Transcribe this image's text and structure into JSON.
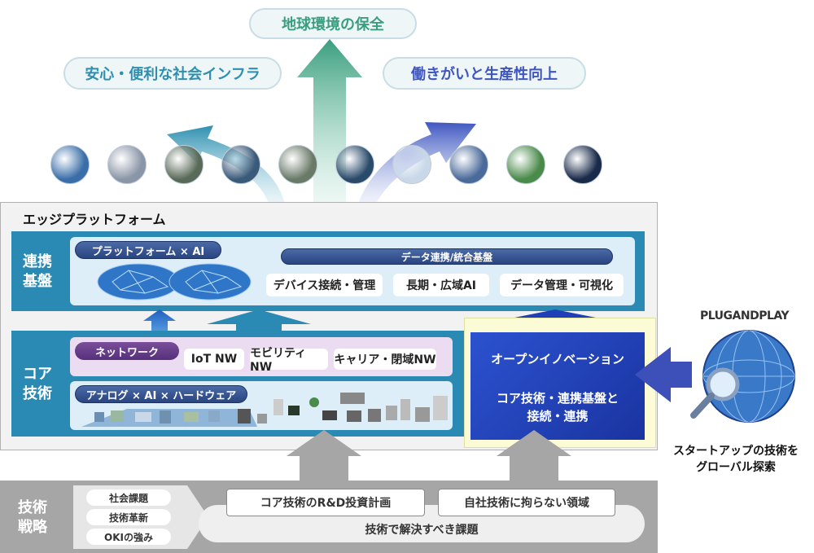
{
  "goals": {
    "top": "地球環境の保全",
    "left": "安心・便利な社会インフラ",
    "right": "働きがいと生産性向上"
  },
  "photos": [
    {
      "icon": "power-plant-photo",
      "color": "#3a6ea8"
    },
    {
      "icon": "building-photo",
      "color": "#8a96a8"
    },
    {
      "icon": "highway-photo",
      "color": "#5a6a58"
    },
    {
      "icon": "ship-photo",
      "color": "#3a5a7a"
    },
    {
      "icon": "factory-photo",
      "color": "#6a7a68"
    },
    {
      "icon": "control-room-photo",
      "color": "#2a4a6a"
    },
    {
      "icon": "scientists-photo",
      "color": "#c8d8e8"
    },
    {
      "icon": "robot-arm-photo",
      "color": "#4a6a9a"
    },
    {
      "icon": "bridge-photo",
      "color": "#4a8a4a"
    },
    {
      "icon": "satellite-photo",
      "color": "#1a2a4a"
    }
  ],
  "platform": {
    "title": "エッジプラットフォーム"
  },
  "renkei": {
    "label_line1": "連携",
    "label_line2": "基盤",
    "platform_ai": "プラットフォーム × AI",
    "data_platform": "データ連携/統合基盤",
    "items": [
      "デバイス接続・管理",
      "長期・広域AI",
      "データ管理・可視化"
    ]
  },
  "core": {
    "label_line1": "コア",
    "label_line2": "技術",
    "network": "ネットワーク",
    "network_items": [
      "IoT NW",
      "モビリティNW",
      "キャリア・閉域NW"
    ],
    "analog": "アナログ × AI × ハードウェア"
  },
  "open_innovation": {
    "title": "オープンイノベーション",
    "line1": "コア技術・連携基盤と",
    "line2": "接続・連携"
  },
  "plug_and_play": {
    "logo": "PLUGANDPLAY",
    "caption_line1": "スタートアップの技術を",
    "caption_line2": "グローバル探索"
  },
  "strategy": {
    "label_line1": "技術",
    "label_line2": "戦略",
    "inputs": [
      "社会課題",
      "技術革新",
      "OKIの強み"
    ],
    "box1": "コア技術のR&D投資計画",
    "box2": "自社技術に拘らない領域",
    "bottom": "技術で解決すべき課題"
  },
  "colors": {
    "teal": "#3e9db8",
    "green": "#4fae8e",
    "blue": "#4a5fc2",
    "platform_blue": "#2a8ab4",
    "deep_blue": "#1f3fb8",
    "gray": "#a6a6a6"
  }
}
